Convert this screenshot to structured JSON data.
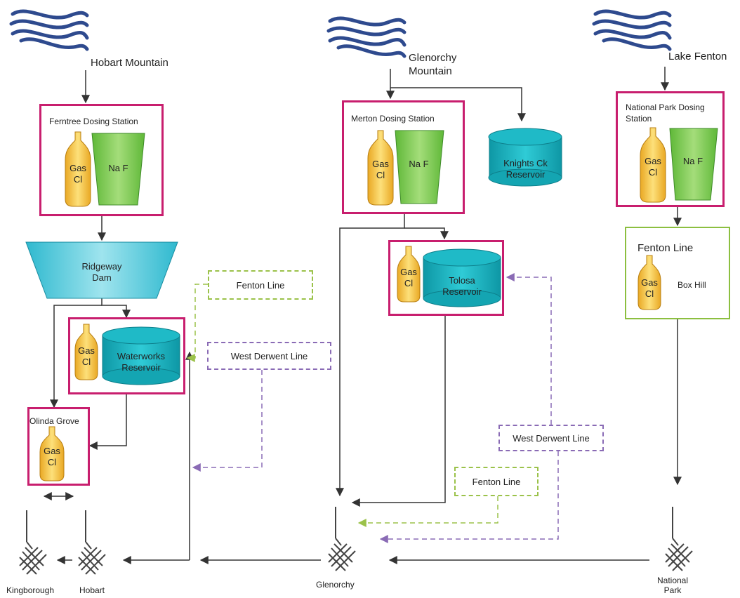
{
  "sources": {
    "hobart": "Hobart Mountain",
    "glenorchy_line1": "Glenorchy",
    "glenorchy_line2": "Mountain",
    "lake_fenton": "Lake Fenton"
  },
  "stations": {
    "ferntree": "Ferntree Dosing Station",
    "merton": "Merton Dosing Station",
    "national_park_line1": "National Park Dosing",
    "national_park_line2": "Station",
    "fenton_line": "Fenton Line",
    "box_hill": "Box Hill",
    "olinda": "Olinda Grove"
  },
  "chem": {
    "gas1": "Gas",
    "gas2": "Cl",
    "naf": "Na F"
  },
  "storage": {
    "ridgeway1": "Ridgeway",
    "ridgeway2": "Dam",
    "waterworks1": "Waterworks",
    "waterworks2": "Reservoir",
    "tolosa1": "Tolosa",
    "tolosa2": "Reservoir",
    "knights1": "Knights Ck",
    "knights2": "Reservoir"
  },
  "lines": {
    "fenton": "Fenton Line",
    "west_derwent": "West Derwent Line"
  },
  "zones": {
    "kingborough": "Kingborough",
    "hobart": "Hobart",
    "glenorchy": "Glenorchy",
    "national_park1": "National",
    "national_park2": "Park"
  },
  "colors": {
    "pink": "#c81e6e",
    "green_border": "#8cbf40",
    "purple_dash": "#8a6bb5",
    "green_dash": "#9bc24a",
    "cyl_fill": "#18b2bf",
    "naf_fill": "#7ccc4a",
    "gas_fill": "#f6c640",
    "wave": "#2e4a8e"
  }
}
